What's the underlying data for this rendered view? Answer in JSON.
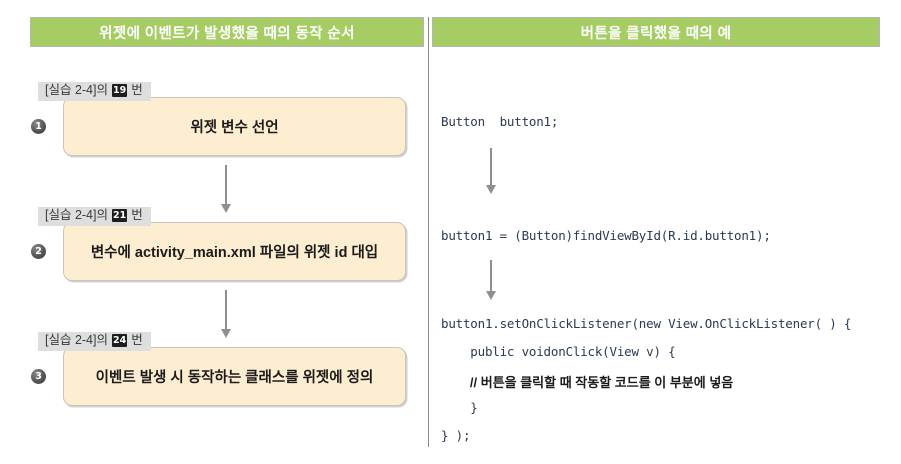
{
  "figure": {
    "headers": {
      "left": "위젯에 이벤트가 발생했을 때의 동작 순서",
      "right": "버튼을 클릭했을 때의 예"
    },
    "accent_color": "#a5cd63",
    "box_color": "#fdeed1",
    "label_color": "#dedede"
  },
  "flow_steps": [
    {
      "marker": "1",
      "label_prefix": "[실습 2-4]의",
      "label_badge": "19",
      "label_suffix": "번",
      "text": "위젯 변수 선언"
    },
    {
      "marker": "2",
      "label_prefix": "[실습 2-4]의",
      "label_badge": "21",
      "label_suffix": "번",
      "text": "변수에 activity_main.xml 파일의 위젯 id 대입"
    },
    {
      "marker": "3",
      "label_prefix": "[실습 2-4]의",
      "label_badge": "24",
      "label_suffix": "번",
      "text": "이벤트 발생 시 동작하는 클래스를 위젯에 정의"
    }
  ],
  "code_lines": [
    {
      "text": "Button  button1;",
      "korean": false
    },
    {
      "text": "button1 = (Button)findViewById(R.id.button1);",
      "korean": false
    },
    {
      "text": "button1.setOnClickListener(new View.OnClickListener( ) {",
      "korean": false
    },
    {
      "text": "    public voidonClick(View v) {",
      "korean": false
    },
    {
      "text": "        // 버튼을 클릭할 때 작동할 코드를 이 부분에 넣음",
      "korean": true
    },
    {
      "text": "    }",
      "korean": false
    },
    {
      "text": "} );",
      "korean": false
    }
  ]
}
